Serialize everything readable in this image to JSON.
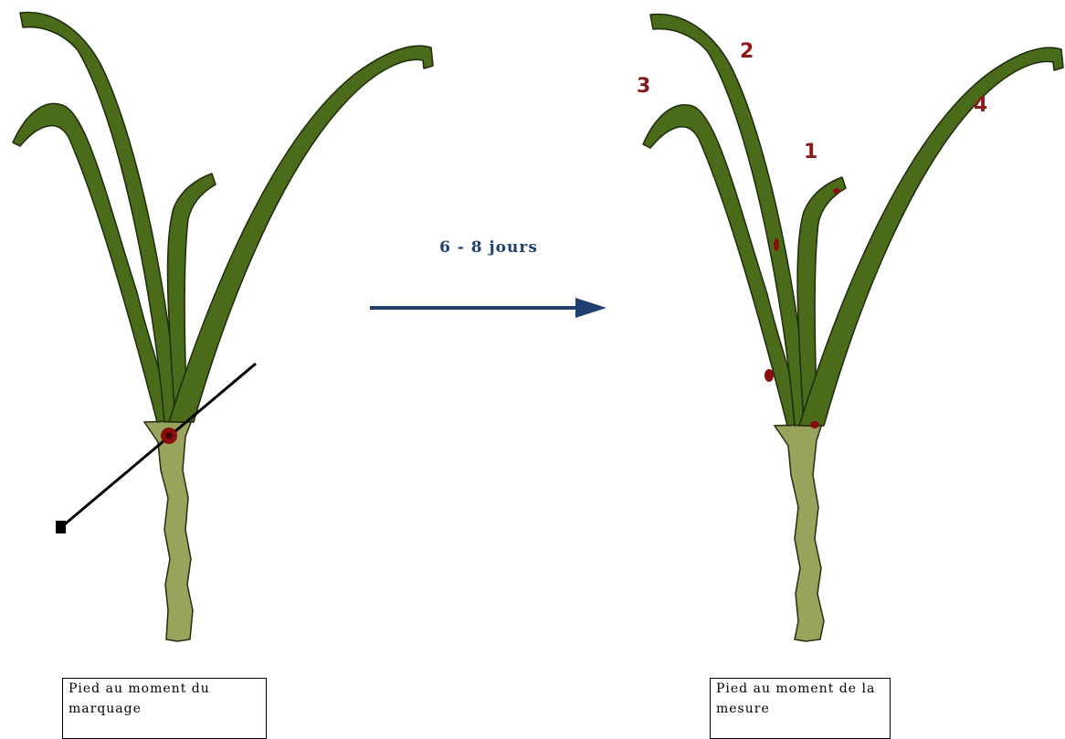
{
  "duration_label": "6 - 8 jours",
  "captions": {
    "before": "Pied au moment du marquage",
    "after": "Pied au moment de la mesure"
  },
  "leaf_numbers": [
    "1",
    "2",
    "3",
    "4"
  ],
  "colors": {
    "leaf": "#4a6b1a",
    "stem": "#9aa35b",
    "mark": "#8b0e0e",
    "arrow": "#1f3f6e",
    "leaf_number": "#8b1a1a"
  }
}
